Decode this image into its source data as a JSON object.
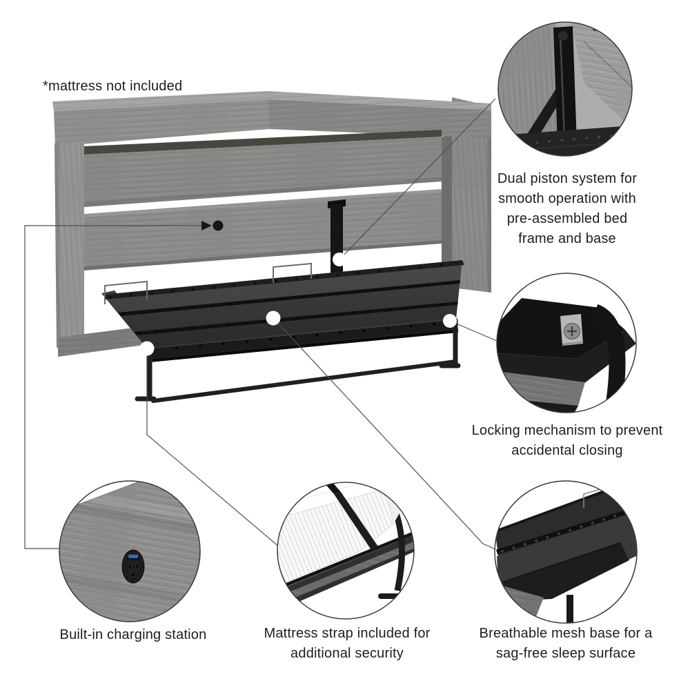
{
  "note": "*mattress not included",
  "features": [
    {
      "id": "dual-piston",
      "lines": [
        "Dual piston system for",
        "smooth operation with",
        "pre-assembled bed",
        "frame and base"
      ]
    },
    {
      "id": "locking-mechanism",
      "lines": [
        "Locking mechanism to prevent",
        "accidental closing"
      ]
    },
    {
      "id": "charging-station",
      "lines": [
        "Built-in charging station"
      ]
    },
    {
      "id": "mattress-strap",
      "lines": [
        "Mattress strap included for",
        "additional security"
      ]
    },
    {
      "id": "mesh-base",
      "lines": [
        "Breathable mesh base for a",
        "sag-free sleep surface"
      ]
    }
  ],
  "colors": {
    "background": "#ffffff",
    "wood_gray": "#8f8e8c",
    "wood_light": "#a5a4a2",
    "metal_black": "#1b1b1d",
    "mesh_dark": "#353537",
    "leader_line": "#4e4e4e",
    "text": "#1d1d1d",
    "usb_blue": "#3f6ac0"
  }
}
